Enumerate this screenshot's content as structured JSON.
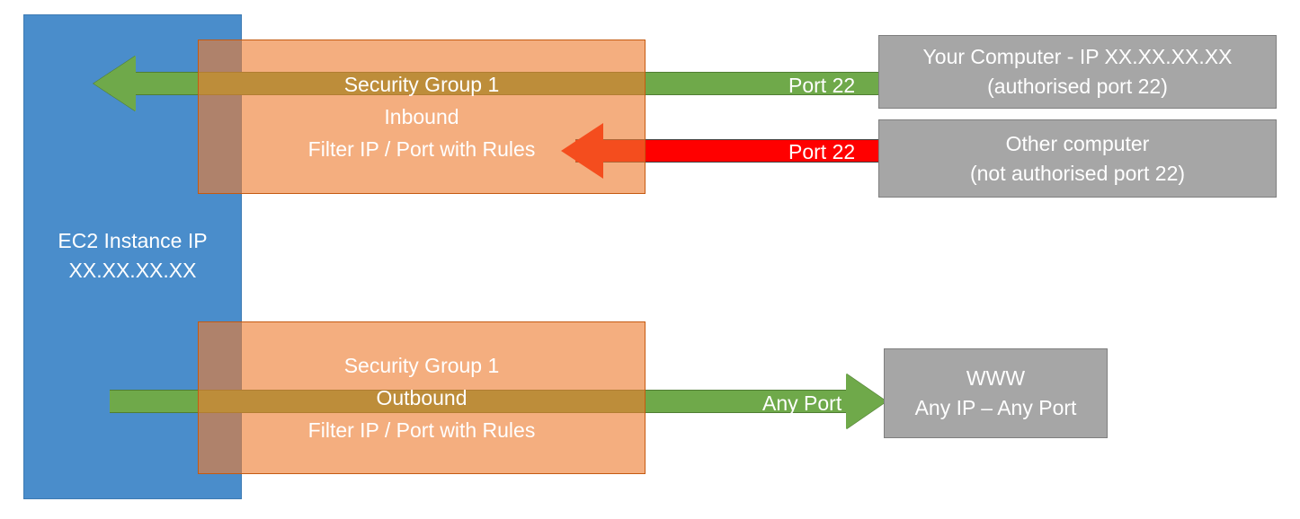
{
  "diagram": {
    "title": "AWS EC2 Security Group inbound and outbound traffic filtering",
    "colors": {
      "instance_blue": "#4A8DCB",
      "security_group_orange": "#ED7D31",
      "allowed_green": "#6FA94A",
      "denied_red": "#FF0000",
      "endpoint_grey": "#A6A6A6",
      "text_white": "#FFFFFF"
    },
    "instance": {
      "name": "EC2 Instance",
      "ip": "IP XX.XX.XX.XX"
    },
    "security_groups": [
      {
        "id": "inbound",
        "line1": "Security Group 1",
        "line2": "Inbound",
        "line3": "Filter IP / Port with Rules"
      },
      {
        "id": "outbound",
        "line1": "Security Group 1",
        "line2": "Outbound",
        "line3": "Filter IP / Port with Rules"
      }
    ],
    "endpoints": [
      {
        "id": "your-computer",
        "line1": "Your Computer - IP XX.XX.XX.XX",
        "line2": "(authorised port 22)"
      },
      {
        "id": "other-computer",
        "line1": "Other computer",
        "line2": "(not authorised port 22)"
      },
      {
        "id": "www",
        "line1": "WWW",
        "line2": "Any IP – Any Port"
      }
    ],
    "connections": [
      {
        "id": "inbound-allowed",
        "label": "Port 22",
        "status": "allowed",
        "color": "#6FA94A",
        "direction": "left"
      },
      {
        "id": "inbound-denied",
        "label": "Port 22",
        "status": "denied",
        "color": "#FF0000",
        "direction": "left"
      },
      {
        "id": "outbound-allowed",
        "label": "Any Port",
        "status": "allowed",
        "color": "#6FA94A",
        "direction": "right"
      }
    ]
  }
}
